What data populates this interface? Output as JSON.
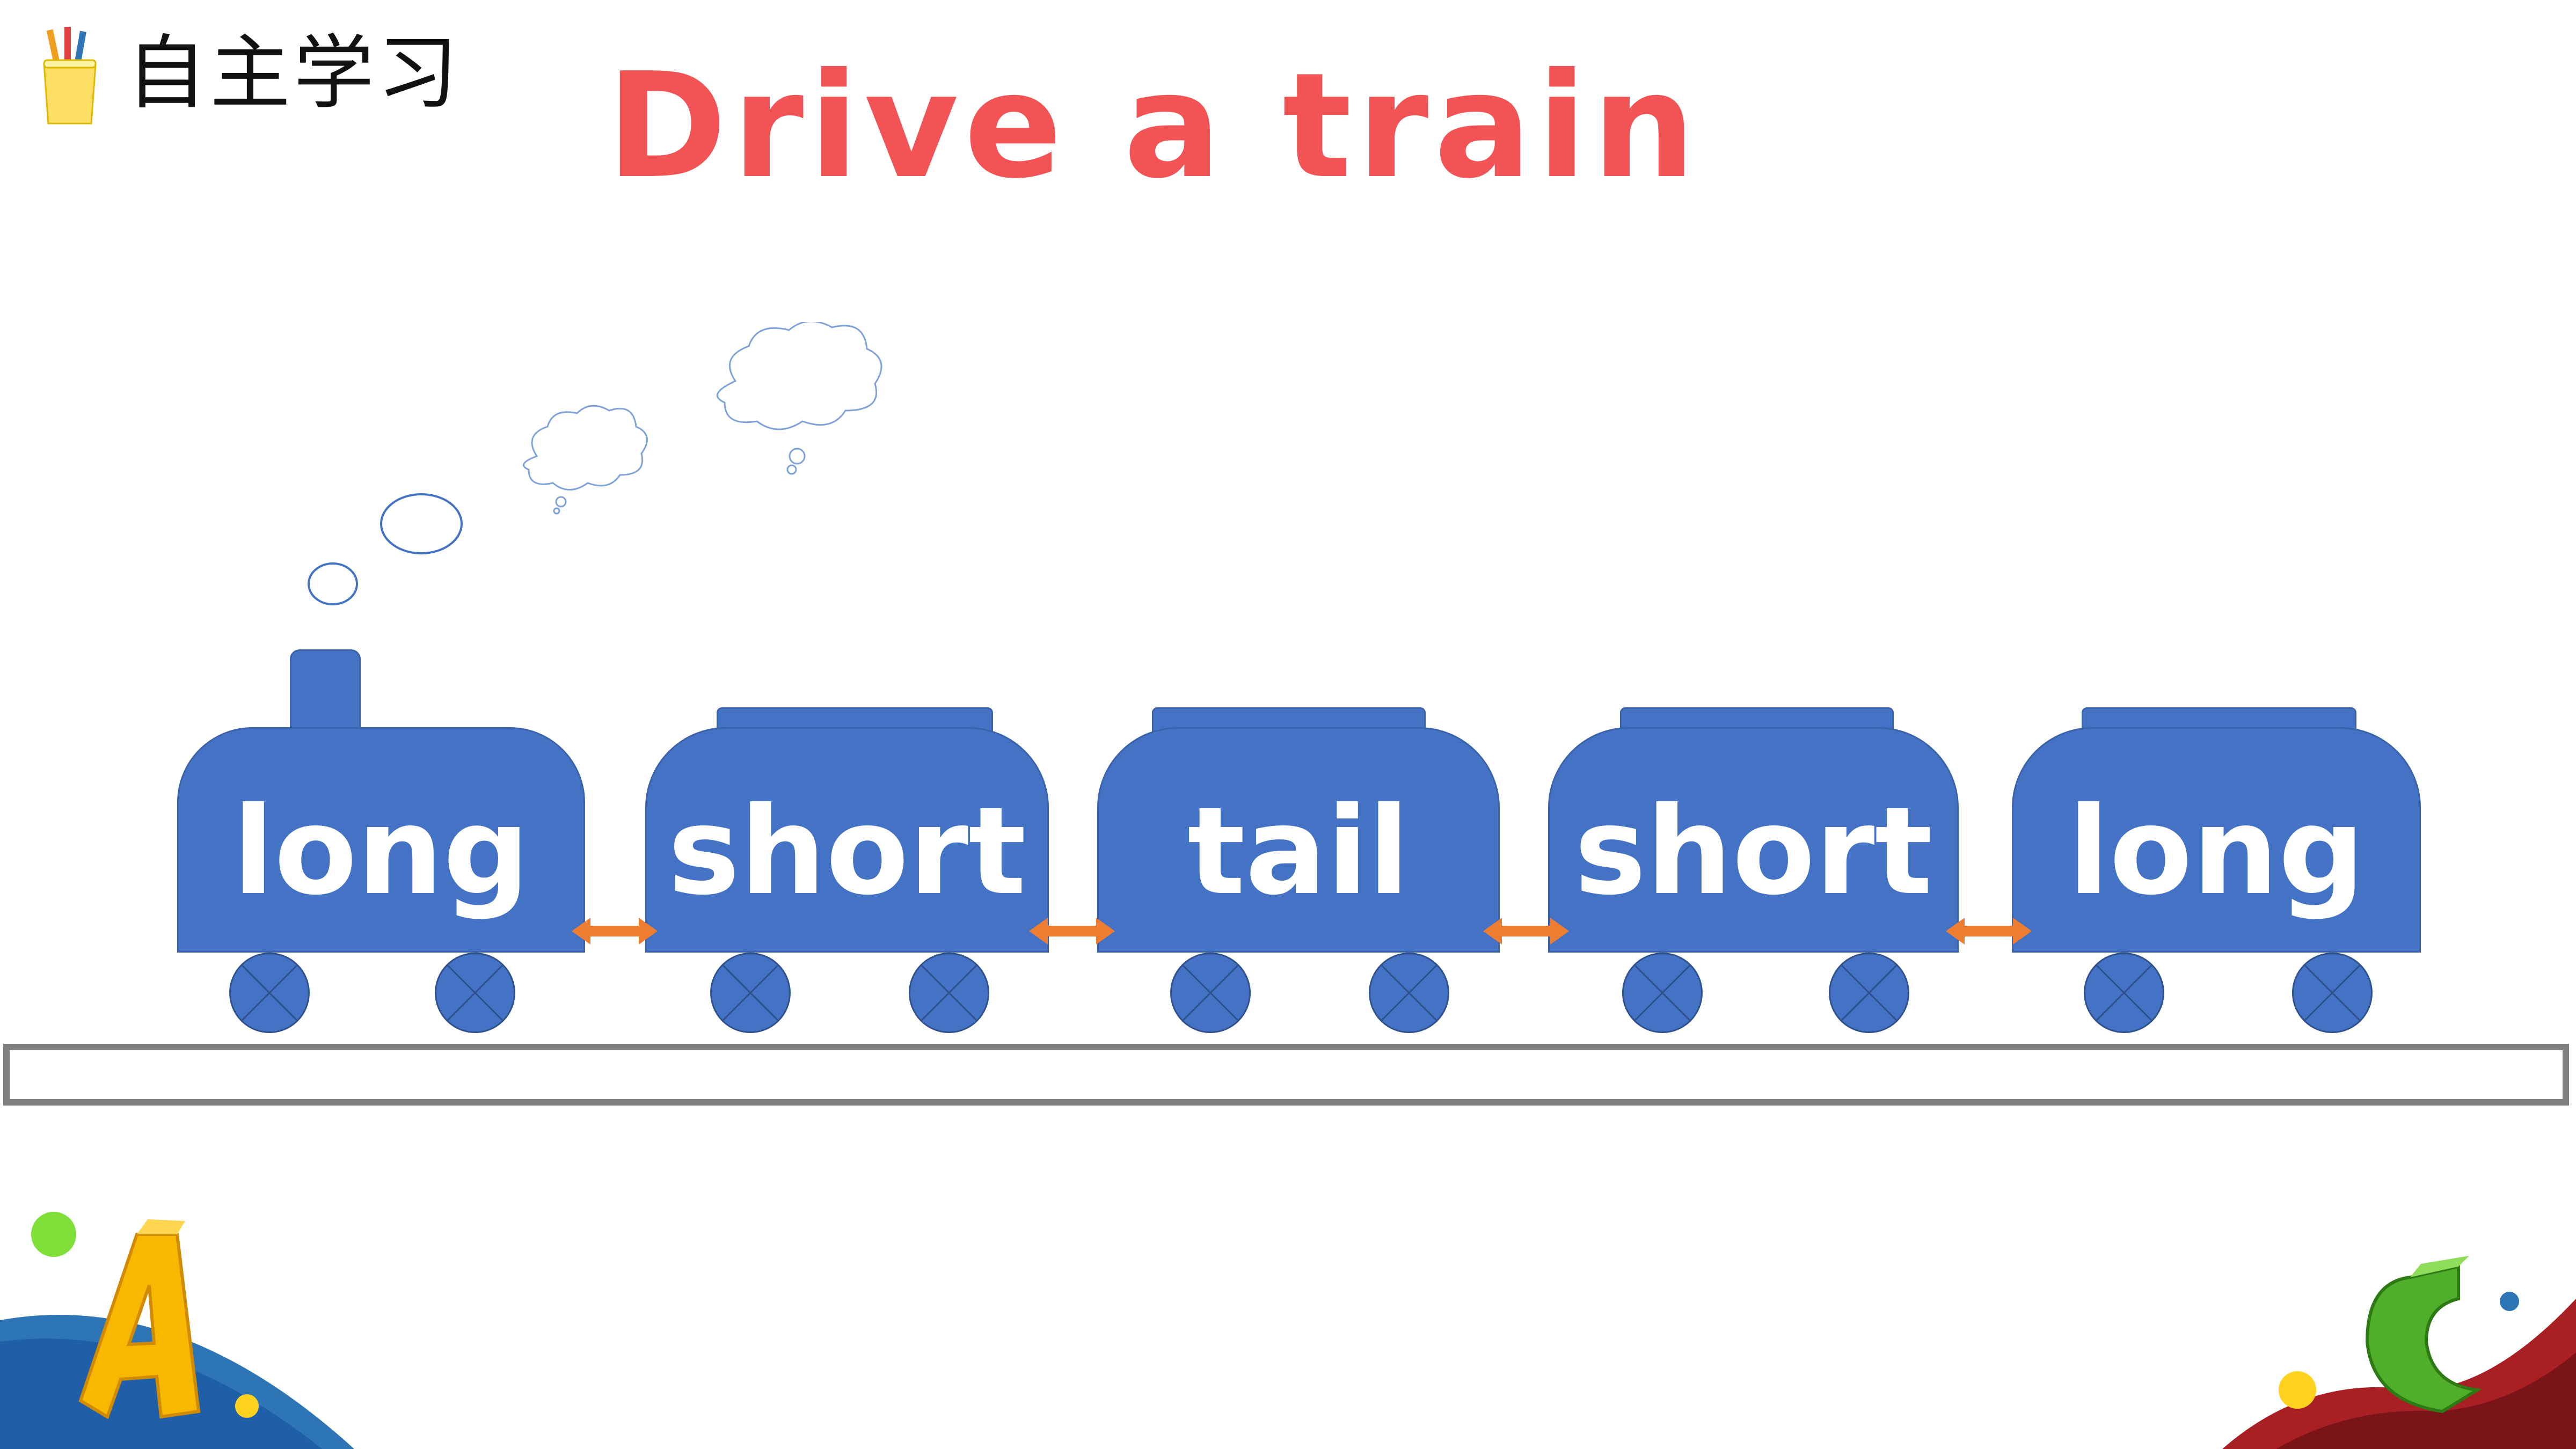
{
  "header": {
    "label": "自主学习",
    "icon": "pencil-cup-icon"
  },
  "title": "Drive a train",
  "train": {
    "cars": [
      {
        "word": "long",
        "type": "engine"
      },
      {
        "word": "short",
        "type": "car"
      },
      {
        "word": "tail",
        "type": "car"
      },
      {
        "word": "short",
        "type": "car"
      },
      {
        "word": "long",
        "type": "car"
      }
    ],
    "connector_icon": "double-arrow-icon"
  },
  "colors": {
    "title": "#f25355",
    "train": "#4472c4",
    "connector": "#ed7d31",
    "track": "#7f7f7f"
  },
  "decorations": [
    "letter-a-icon",
    "letter-c-icon",
    "smoke-clouds"
  ]
}
